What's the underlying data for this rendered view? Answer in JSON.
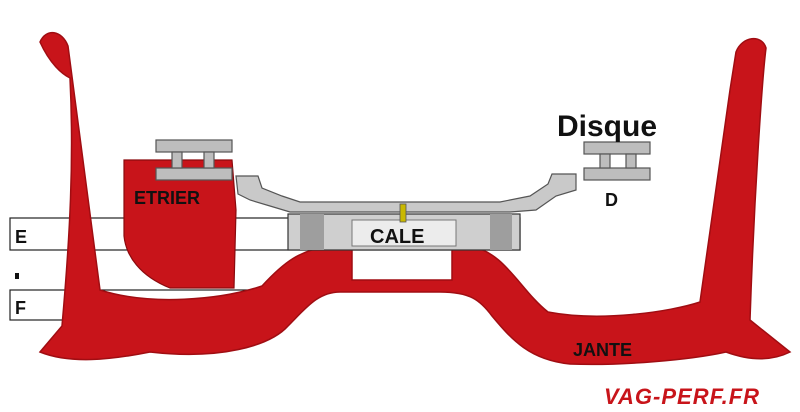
{
  "labels": {
    "disque": "Disque",
    "etrier": "ETRIER",
    "cale": "CALE",
    "d": "D",
    "e": "E",
    "f": "F",
    "jante": "JANTE"
  },
  "logo": {
    "text": "VAG-PERF.FR"
  },
  "colors": {
    "rim": "#c8141a",
    "rim_edge": "#a00d12",
    "hub": "#c9c9c9",
    "hub_light": "#e6e6e6",
    "spacer": "#dcdcdc",
    "caliper": "#bdbdbd",
    "logo": "#c8141a",
    "line": "#222222"
  }
}
